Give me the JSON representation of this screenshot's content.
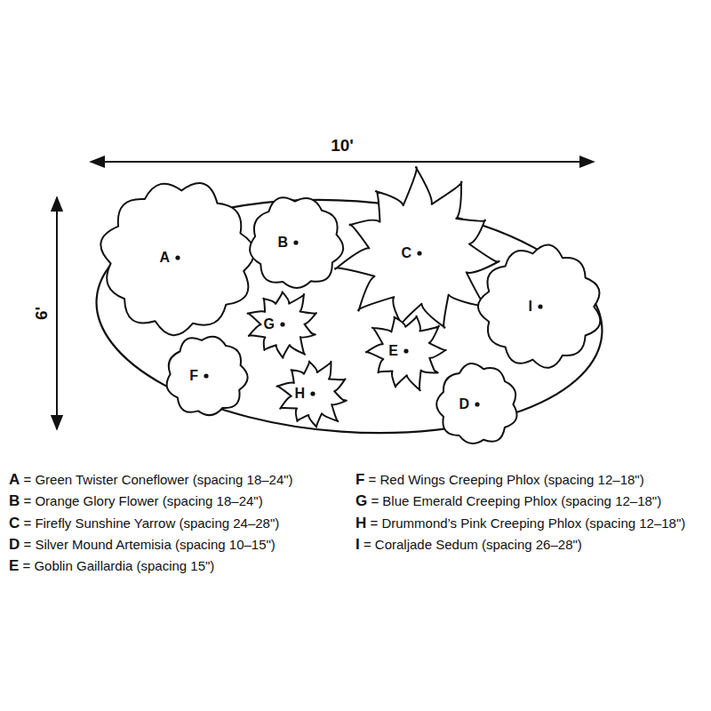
{
  "diagram": {
    "nodes": [
      {
        "text": [
          "A"
        ]
      },
      {
        "text": [
          "B"
        ]
      },
      {
        "text": [
          "C"
        ]
      },
      {
        "text": [
          "G"
        ]
      },
      {
        "text": [
          "I"
        ]
      },
      {
        "text": [
          "E"
        ]
      },
      {
        "text": [
          "F"
        ]
      },
      {
        "text": [
          "H"
        ]
      },
      {
        "text": [
          "D"
        ]
      }
    ],
    "labels": [
      "10'",
      "6'"
    ],
    "legend": [
      {
        "text": "A = Green Twister Coneflower (spacing 18–24\")"
      },
      {
        "text": "B = Orange Glory Flower (spacing 18–24\")"
      },
      {
        "text": "C = Firefly Sunshine Yarrow (spacing 24–28\")"
      },
      {
        "text": "D = Silver Mound Artemisia (spacing 10–15\")"
      },
      {
        "text": "E = Goblin Gaillardia (spacing 15\")"
      },
      {
        "text": "F = Red Wings Creeping Phlox (spacing 12–18\")"
      },
      {
        "text": "G = Blue Emerald Creeping Phlox (spacing 12–18\")"
      },
      {
        "text": "H = Drummond’s Pink Creeping Phlox (spacing 12–18\")"
      },
      {
        "text": "I = Coraljade Sedum (spacing 26–28\")"
      }
    ]
  }
}
